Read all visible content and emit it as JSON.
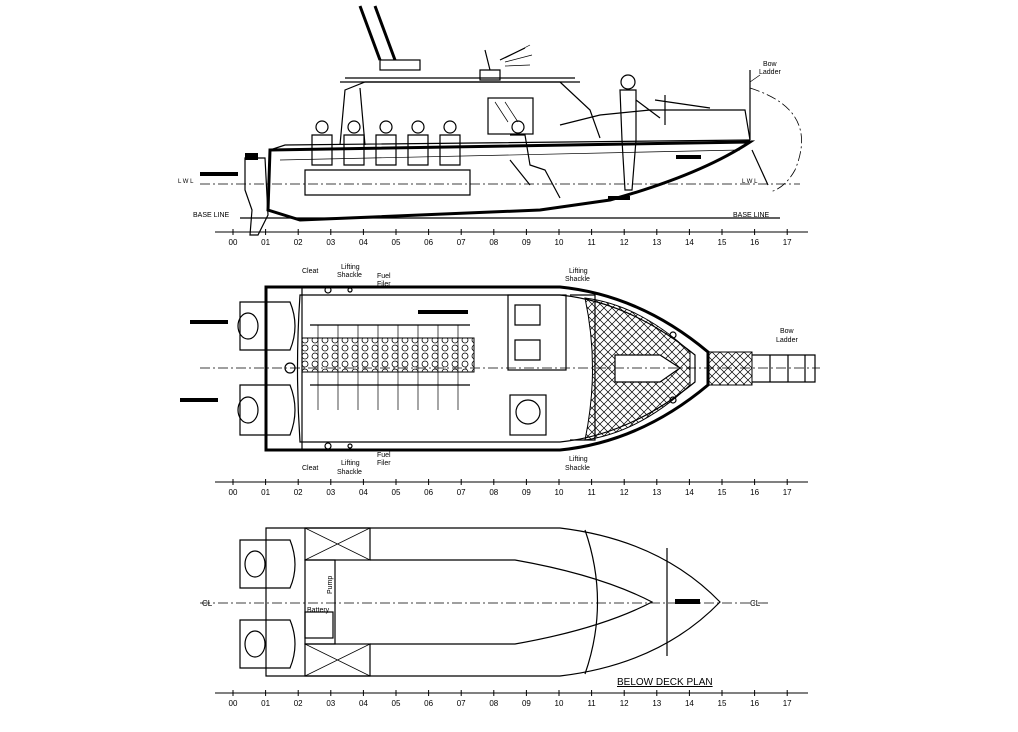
{
  "side_view": {
    "bow_ladder_label": [
      "Bow",
      "Ladder"
    ],
    "lwl_left": "L W L",
    "lwl_right": "L W L",
    "base_line_left": "BASE LINE",
    "base_line_right": "BASE LINE"
  },
  "deck_plan": {
    "cleat_top": "Cleat",
    "cleat_bottom": "Cleat",
    "lifting_shackle_top_left": [
      "Lifting",
      "Shackle"
    ],
    "lifting_shackle_bottom_left": [
      "Lifting",
      "Shackle"
    ],
    "fuel_filler_top": [
      "Fuel",
      "Filer"
    ],
    "fuel_filler_bottom": [
      "Fuel",
      "Filer"
    ],
    "lifting_shackle_top_right": [
      "Lifting",
      "Shackle"
    ],
    "lifting_shackle_bottom_right": [
      "Lifting",
      "Shackle"
    ],
    "bow_ladder_label": [
      "Bow",
      "Ladder"
    ]
  },
  "below_deck": {
    "title": "BELOW DECK PLAN",
    "pump_label": "Pump",
    "battery_label": "Battery",
    "centerline_symbol": "CL"
  },
  "station_scale": {
    "labels": [
      "00",
      "01",
      "02",
      "03",
      "04",
      "05",
      "06",
      "07",
      "08",
      "09",
      "10",
      "11",
      "12",
      "13",
      "14",
      "15",
      "16",
      "17"
    ]
  }
}
